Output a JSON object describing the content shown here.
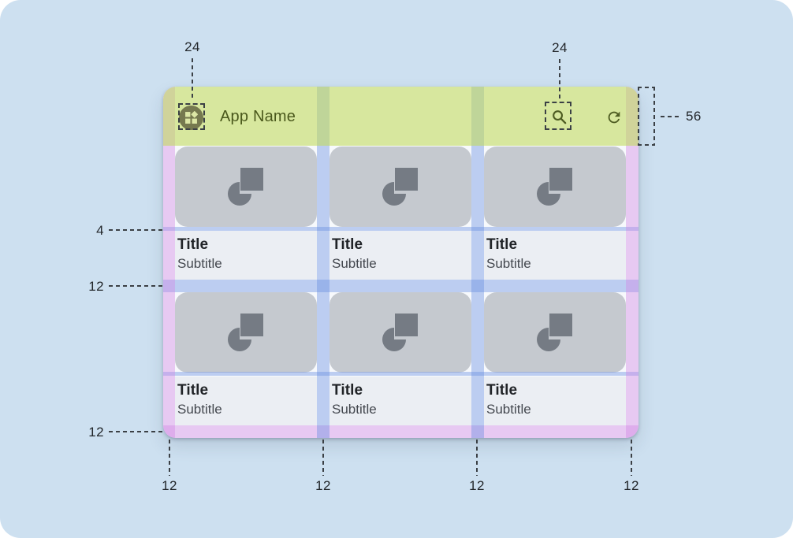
{
  "colors": {
    "canvas_bg": "#CDE0F0",
    "header_green_overlay": "#D9E8A5",
    "margin_purple_overlay": "#E7CBF2",
    "gutter_blue_overlay": "#BCCDF0",
    "card_image_bg": "#C5C9CF",
    "card_text_bg": "#EBEEF3",
    "placeholder_icon_gray": "#757B84",
    "header_ink": "#4A581C",
    "app_icon_circle": "#76794F",
    "annotation_ink": "#22262A"
  },
  "app": {
    "header": {
      "title": "App Name",
      "icons": [
        {
          "name": "widgets-app-icon"
        },
        {
          "name": "search-icon"
        },
        {
          "name": "refresh-icon"
        }
      ]
    },
    "cards": [
      {
        "title": "Title",
        "subtitle": "Subtitle",
        "image_icon": "image-placeholder-icon"
      },
      {
        "title": "Title",
        "subtitle": "Subtitle",
        "image_icon": "image-placeholder-icon"
      },
      {
        "title": "Title",
        "subtitle": "Subtitle",
        "image_icon": "image-placeholder-icon"
      },
      {
        "title": "Title",
        "subtitle": "Subtitle",
        "image_icon": "image-placeholder-icon"
      },
      {
        "title": "Title",
        "subtitle": "Subtitle",
        "image_icon": "image-placeholder-icon"
      },
      {
        "title": "Title",
        "subtitle": "Subtitle",
        "image_icon": "image-placeholder-icon"
      }
    ]
  },
  "annotations": {
    "top": [
      {
        "value": "24"
      },
      {
        "value": "24"
      }
    ],
    "right": [
      {
        "value": "56"
      }
    ],
    "left": [
      {
        "value": "4"
      },
      {
        "value": "12"
      },
      {
        "value": "12"
      }
    ],
    "bottom": [
      {
        "value": "12"
      },
      {
        "value": "12"
      },
      {
        "value": "12"
      },
      {
        "value": "12"
      }
    ]
  }
}
